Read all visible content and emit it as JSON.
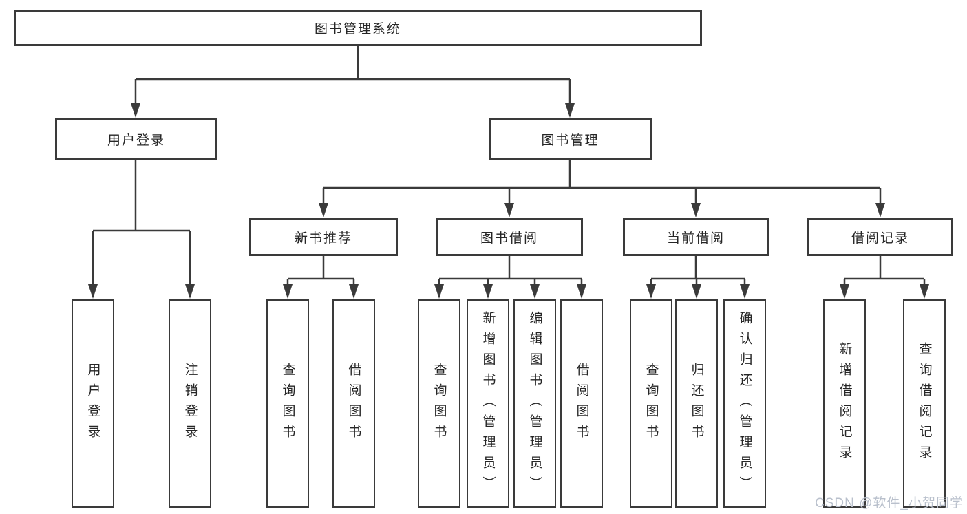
{
  "colors": {
    "line": "#3a3a3a",
    "text": "#262626",
    "background": "#ffffff",
    "watermark": "#b9c0cc"
  },
  "watermark": {
    "text": "CSDN @软件_小贺同学"
  },
  "tree": {
    "root": {
      "label": "图书管理系统"
    },
    "children": [
      {
        "label": "用户登录",
        "children": [
          {
            "label": "用户登录"
          },
          {
            "label": "注销登录"
          }
        ]
      },
      {
        "label": "图书管理",
        "children": [
          {
            "label": "新书推荐",
            "children": [
              {
                "label": "查询图书"
              },
              {
                "label": "借阅图书"
              }
            ]
          },
          {
            "label": "图书借阅",
            "children": [
              {
                "label": "查询图书"
              },
              {
                "label": "新增图书（管理员）"
              },
              {
                "label": "编辑图书（管理员）"
              },
              {
                "label": "借阅图书"
              }
            ]
          },
          {
            "label": "当前借阅",
            "children": [
              {
                "label": "查询图书"
              },
              {
                "label": "归还图书"
              },
              {
                "label": "确认归还（管理员）"
              }
            ]
          },
          {
            "label": "借阅记录",
            "children": [
              {
                "label": "新增借阅记录"
              },
              {
                "label": "查询借阅记录"
              }
            ]
          }
        ]
      }
    ]
  }
}
